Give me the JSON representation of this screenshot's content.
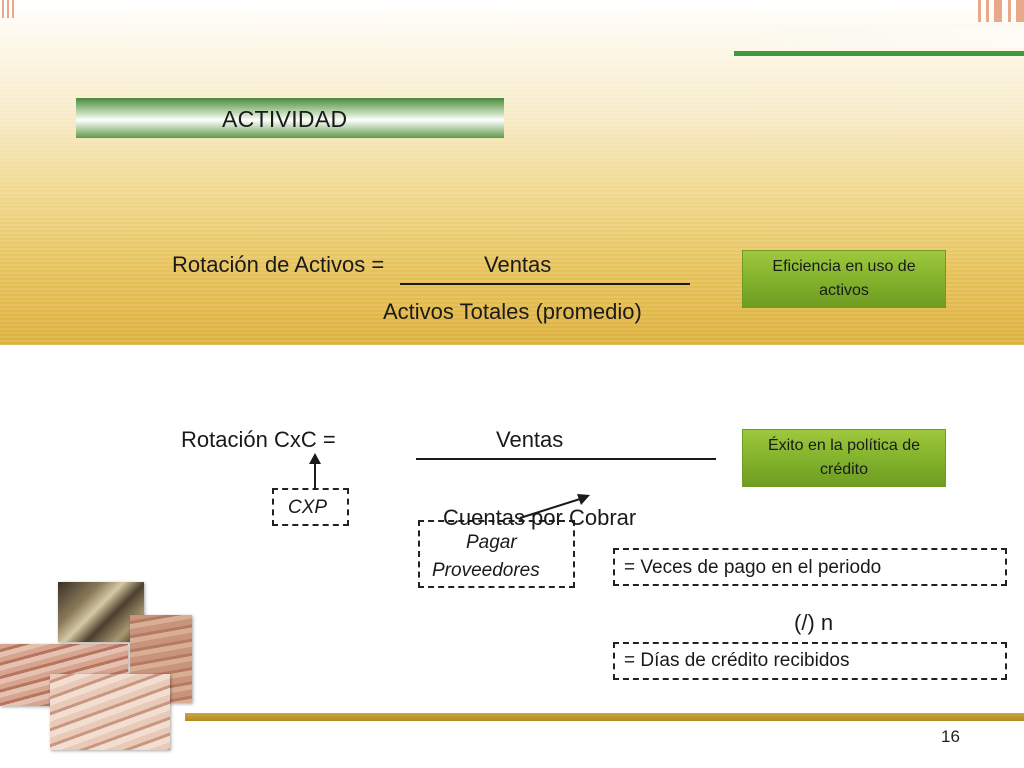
{
  "slide": {
    "title": "ACTIVIDAD",
    "page_number": "16"
  },
  "formula_assets": {
    "label": "Rotación de Activos =",
    "numerator": "Ventas",
    "denominator": "Activos Totales (promedio)",
    "note": "Eficiencia en uso de activos"
  },
  "formula_receivables": {
    "label": "Rotación CxC =",
    "numerator": "Ventas",
    "denominator": "Cuentas por Cobrar",
    "note": "Éxito en la política de crédito"
  },
  "annotations": {
    "cxp": "CXP",
    "pagar_line1": "Pagar",
    "pagar_line2": "Proveedores",
    "veces": "= Veces de pago en el periodo",
    "divide_n": "(/) n",
    "dias": "= Días de crédito recibidos"
  },
  "colors": {
    "header_band": "#e7c25a",
    "accent_green": "#3f9a3c",
    "note_box_green": "#86b52e",
    "footer_rule": "#b38b20"
  }
}
